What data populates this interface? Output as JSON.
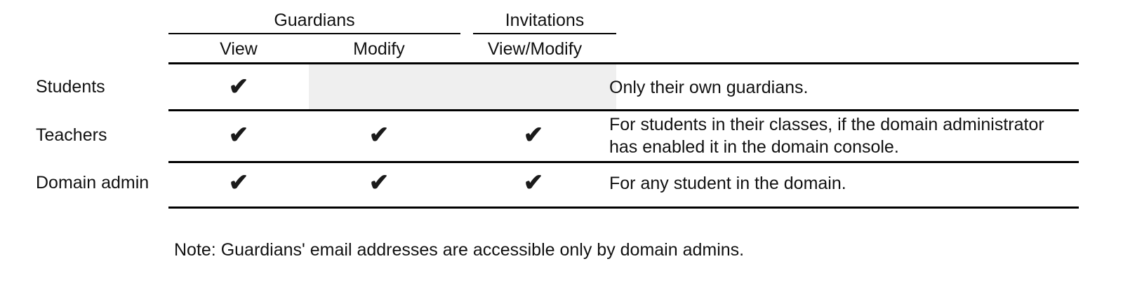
{
  "table": {
    "column_groups": [
      {
        "label": "Guardians"
      },
      {
        "label": "Invitations"
      }
    ],
    "sub_headers": [
      {
        "label": "View"
      },
      {
        "label": "Modify"
      },
      {
        "label": "View/Modify"
      }
    ],
    "check_glyph": "✔",
    "rows": [
      {
        "label": "Students",
        "guardians_view": true,
        "guardians_modify": false,
        "invitations_view_modify": false,
        "note": "Only their own guardians."
      },
      {
        "label": "Teachers",
        "guardians_view": true,
        "guardians_modify": true,
        "invitations_view_modify": true,
        "note": "For students in their classes, if the domain administrator has enabled it in the domain console."
      },
      {
        "label": "Domain admin",
        "guardians_view": true,
        "guardians_modify": true,
        "invitations_view_modify": true,
        "note": "For any student in the domain."
      }
    ]
  },
  "footnote": {
    "text": "Note: Guardians' email addresses are accessible only by domain admins."
  },
  "colors": {
    "rule": "#000000",
    "shaded_cell": "#efefef",
    "text": "#111111"
  }
}
